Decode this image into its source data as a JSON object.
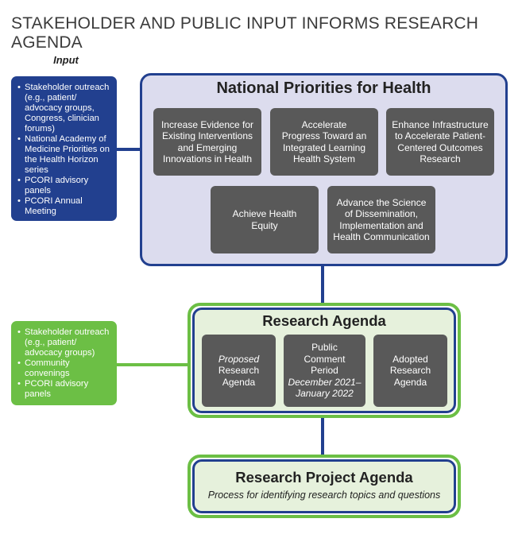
{
  "title": "STAKEHOLDER AND PUBLIC INPUT INFORMS RESEARCH AGENDA",
  "input_label": "Input",
  "input_top": {
    "items": [
      "Stakeholder outreach (e.g., patient/ advocacy groups, Congress, clinician forums)",
      "National Academy of Medicine Priorities on the Health Horizon series",
      "PCORI advisory panels",
      "PCORI Annual Meeting"
    ]
  },
  "input_mid": {
    "items": [
      "Stakeholder outreach (e.g., patient/ advocacy groups)",
      "Community convenings",
      "PCORI advisory panels"
    ]
  },
  "national_priorities": {
    "title": "National Priorities for Health",
    "boxes": [
      "Increase Evidence for Existing Interventions and Emerging Innovations in Health",
      "Accelerate Progress Toward an Integrated Learning Health System",
      "Enhance Infrastructure to Accelerate Patient-Centered Outcomes Research",
      "Achieve Health Equity",
      "Advance the Science of Dissemination, Implementation and Health Communication"
    ]
  },
  "research_agenda": {
    "title": "Research Agenda",
    "proposed": "Proposed",
    "proposed_rest": "Research Agenda",
    "public_comment": "Public Comment Period",
    "public_comment_dates": "December 2021–January 2022",
    "adopted": "Adopted Research Agenda"
  },
  "research_project_agenda": {
    "title": "Research Project Agenda",
    "subtitle": "Process for identifying research topics and questions"
  },
  "colors": {
    "navy": "#22408f",
    "green": "#6cbf45",
    "gray_box": "#595959",
    "lavender": "#dcdcee",
    "light_green": "#e6f1dc"
  }
}
